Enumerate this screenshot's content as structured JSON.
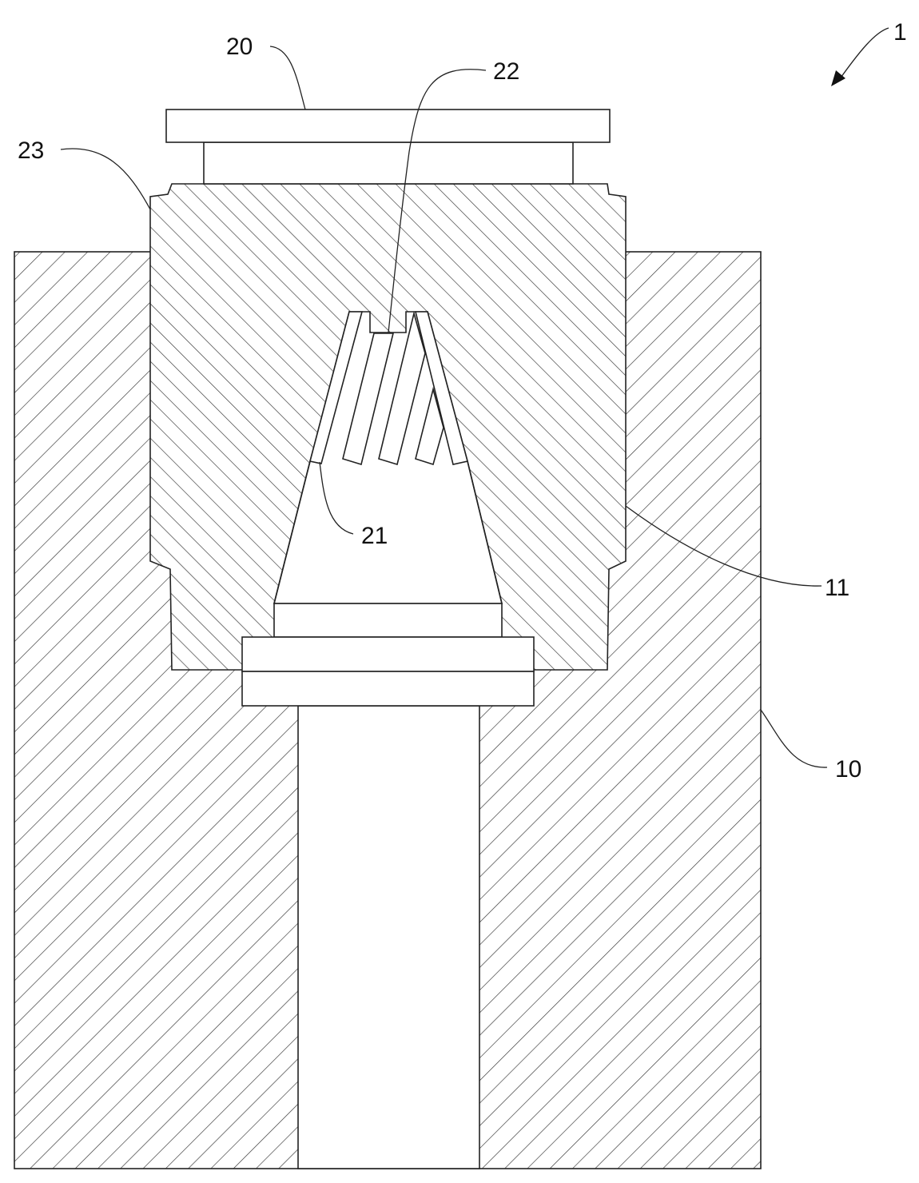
{
  "figure": {
    "labels": {
      "assembly": "1",
      "block": "10",
      "cavity": "11",
      "cap": "20",
      "fins": "21",
      "notch": "22",
      "insert": "23"
    }
  }
}
